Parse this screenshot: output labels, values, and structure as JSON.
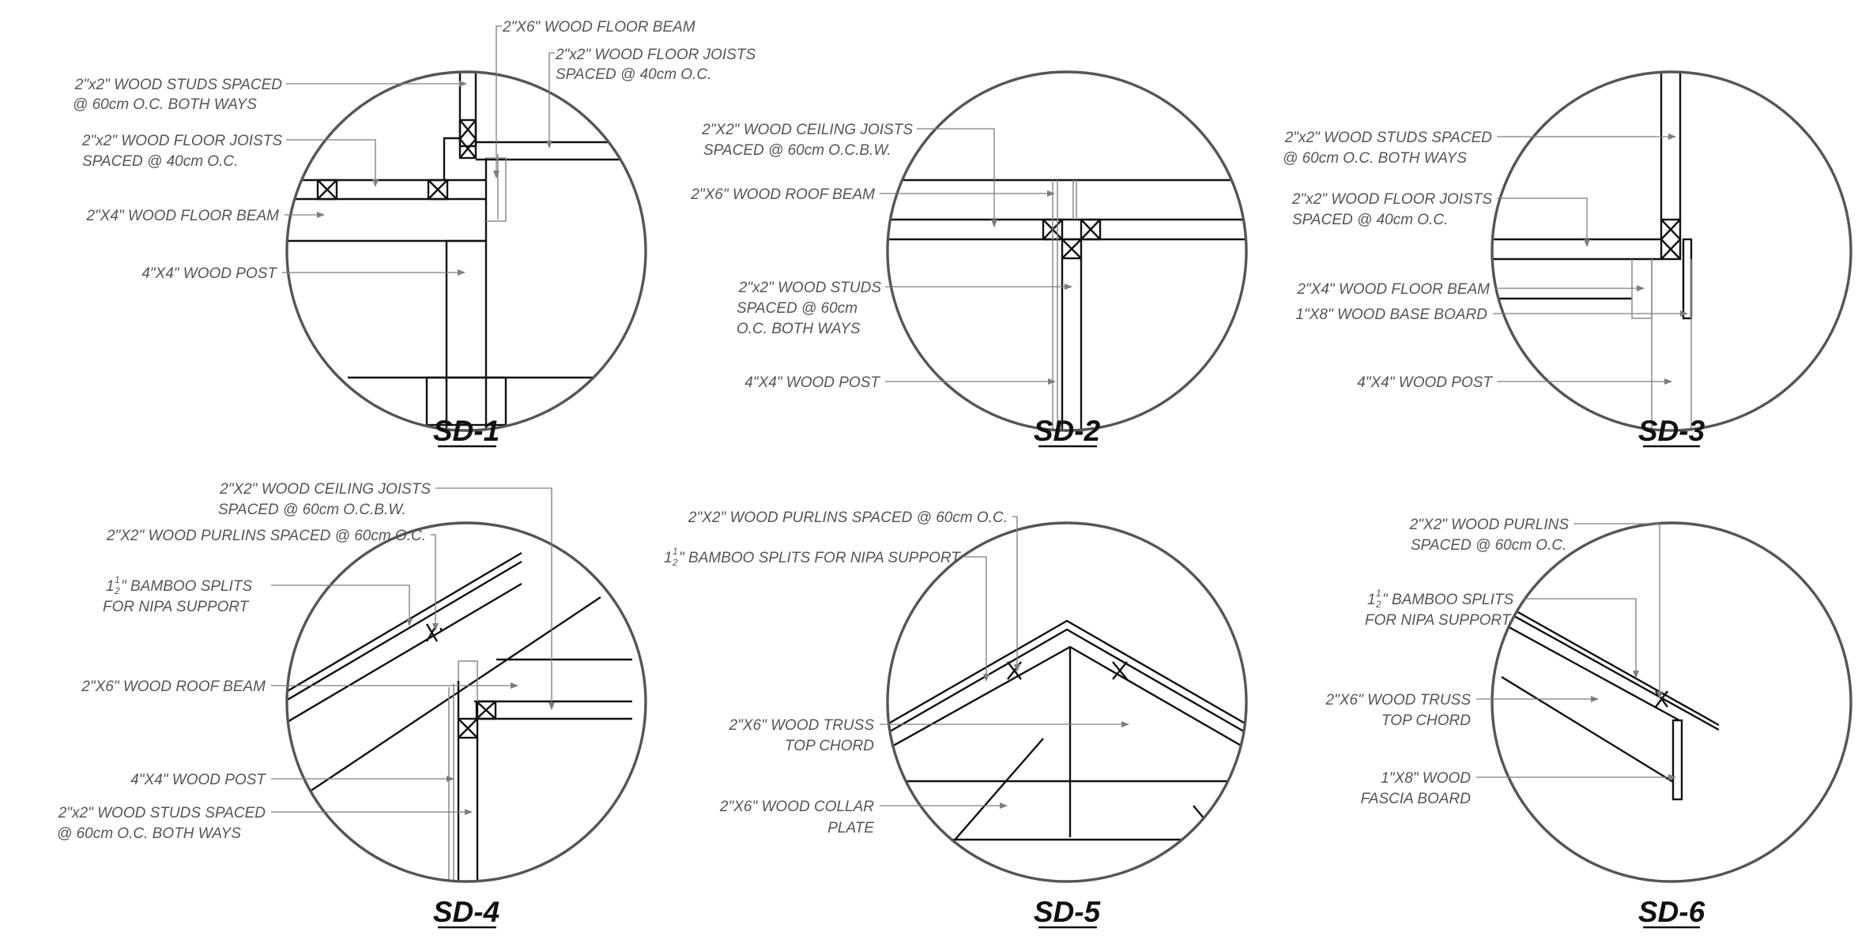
{
  "colors": {
    "line": "#111111",
    "circle": "#555555",
    "text": "#555555",
    "leader": "#7d7d7d"
  },
  "details": {
    "sd1": {
      "title": "SD-1",
      "labels": {
        "floor_beam_2x6": "2\"X6\" WOOD FLOOR BEAM",
        "joists_top_1": "2\"x2\" WOOD FLOOR JOISTS",
        "joists_top_2": "SPACED @ 40cm O.C.",
        "studs_1": "2\"x2\" WOOD STUDS SPACED",
        "studs_2": "@ 60cm O.C. BOTH WAYS",
        "joists_1": "2\"x2\" WOOD FLOOR JOISTS",
        "joists_2": "SPACED @ 40cm O.C.",
        "floor_beam_2x4": "2\"X4\" WOOD FLOOR BEAM",
        "post": "4\"X4\" WOOD POST"
      }
    },
    "sd2": {
      "title": "SD-2",
      "labels": {
        "ceiling_1": "2\"X2\" WOOD CEILING JOISTS",
        "ceiling_2": "SPACED @ 60cm O.C.B.W.",
        "roof_beam": "2\"X6\" WOOD ROOF BEAM",
        "studs_1": "2\"x2\" WOOD STUDS",
        "studs_2": "SPACED @ 60cm",
        "studs_3": "O.C. BOTH WAYS",
        "post": "4\"X4\" WOOD POST"
      }
    },
    "sd3": {
      "title": "SD-3",
      "labels": {
        "studs_1": "2\"x2\" WOOD STUDS SPACED",
        "studs_2": "@ 60cm O.C. BOTH WAYS",
        "joists_1": "2\"x2\" WOOD FLOOR JOISTS",
        "joists_2": "SPACED @ 40cm O.C.",
        "floor_beam": "2\"X4\" WOOD FLOOR BEAM",
        "base_board": "1\"X8\" WOOD BASE BOARD",
        "post": "4\"X4\" WOOD POST"
      }
    },
    "sd4": {
      "title": "SD-4",
      "labels": {
        "ceiling_1": "2\"X2\" WOOD CEILING JOISTS",
        "ceiling_2": "SPACED @ 60cm O.C.B.W.",
        "purlins": "2\"X2\" WOOD PURLINS SPACED @ 60cm O.C.",
        "bamboo_lead": "1",
        "bamboo_num": "1",
        "bamboo_den": "2",
        "bamboo_1": "\" BAMBOO SPLITS",
        "bamboo_2": "FOR NIPA SUPPORT",
        "roof_beam": "2\"X6\" WOOD ROOF BEAM",
        "post": "4\"X4\" WOOD POST",
        "studs_1": "2\"x2\" WOOD STUDS SPACED",
        "studs_2": "@ 60cm O.C. BOTH WAYS"
      }
    },
    "sd5": {
      "title": "SD-5",
      "labels": {
        "purlins": "2\"X2\" WOOD PURLINS SPACED @ 60cm O.C.",
        "bamboo_lead": "1",
        "bamboo_num": "1",
        "bamboo_den": "2",
        "bamboo": "\" BAMBOO SPLITS FOR NIPA SUPPORT",
        "truss_1": "2\"X6\" WOOD TRUSS",
        "truss_2": "TOP CHORD",
        "collar_1": "2\"X6\" WOOD COLLAR",
        "collar_2": "PLATE"
      }
    },
    "sd6": {
      "title": "SD-6",
      "labels": {
        "purlins_1": "2\"X2\" WOOD PURLINS",
        "purlins_2": "SPACED @ 60cm O.C.",
        "bamboo_lead": "1",
        "bamboo_num": "1",
        "bamboo_den": "2",
        "bamboo_1": "\" BAMBOO SPLITS",
        "bamboo_2": "FOR NIPA SUPPORT",
        "truss_1": "2\"X6\" WOOD TRUSS",
        "truss_2": "TOP CHORD",
        "fascia_1": "1\"X8\" WOOD",
        "fascia_2": "FASCIA BOARD"
      }
    }
  }
}
